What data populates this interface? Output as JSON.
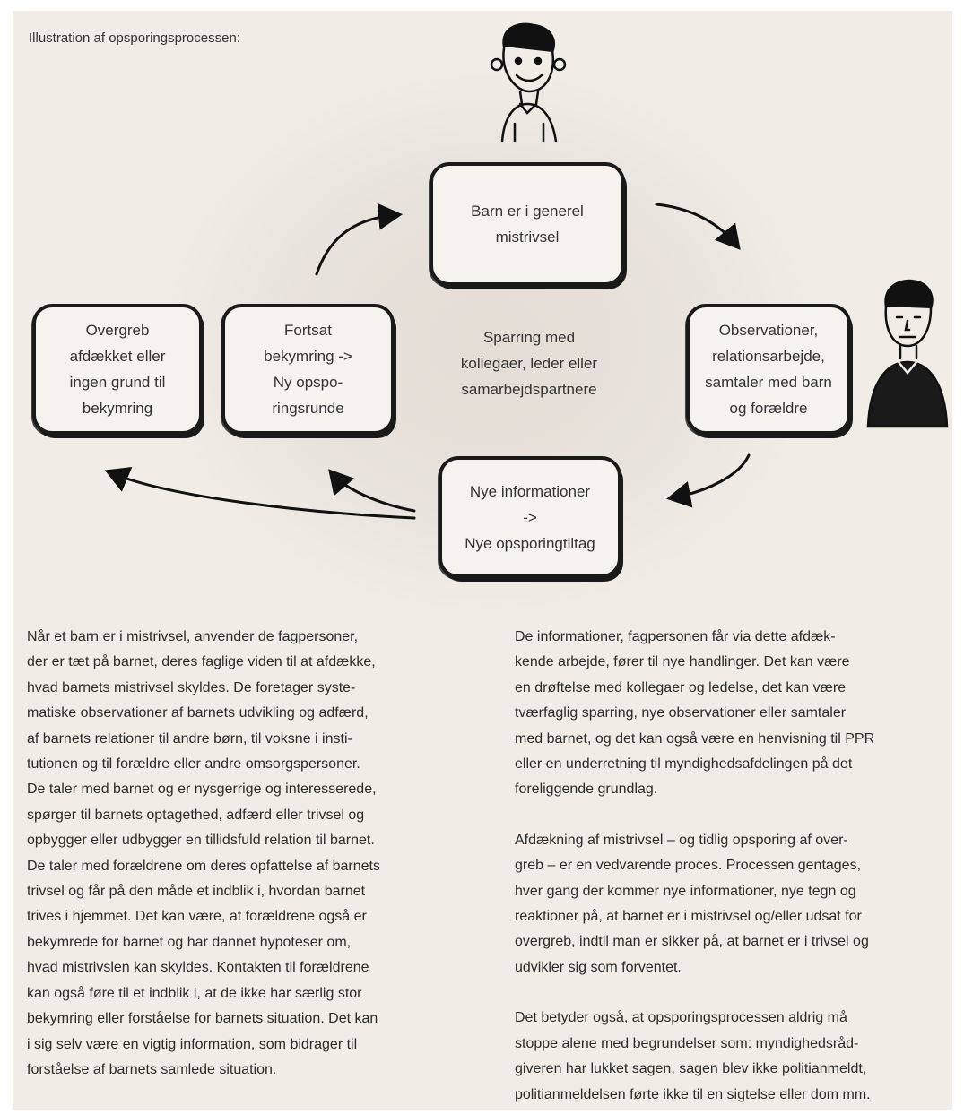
{
  "title": "Illustration af opsporingsprocessen:",
  "diagram": {
    "boxes": {
      "top": "Barn er i generel\nmistrivsel",
      "right": "Observationer,\nrelationsarbejde,\nsamtaler med barn\nog forældre",
      "bottom": "Nye informationer\n->\nNye opsporingtiltag",
      "middle_left": "Fortsat\nbekymring ->\nNy opspo-\nringsrunde",
      "left": "Overgreb\nafdækket eller\ningen grund til\nbekymring"
    },
    "center_label": "Sparring med\nkollegaer, leder eller\nsamarbejdspartnere"
  },
  "text": {
    "left_column": "Når et barn er i mistrivsel, anvender de fagpersoner,\nder er tæt på barnet, deres faglige viden til at afdække,\nhvad barnets mistrivsel skyldes. De foretager syste-\nmatiske observationer af barnets udvikling og adfærd,\naf barnets relationer til andre børn, til voksne i insti-\ntutionen og til forældre eller andre omsorgspersoner.\nDe taler med barnet og er nysgerrige og interesserede,\nspørger til barnets optagethed, adfærd eller trivsel og\nopbygger eller udbygger en tillidsfuld relation til barnet.\nDe taler med forældrene om deres opfattelse af barnets\ntrivsel og får på den måde et indblik i, hvordan barnet\ntrives i hjemmet. Det kan være, at forældrene også er\nbekymrede for barnet og har dannet hypoteser om,\nhvad mistrivslen kan skyldes. Kontakten til forældrene\nkan også føre til et indblik i, at de ikke har særlig stor\nbekymring eller forståelse for barnets situation. Det kan\ni sig selv være en vigtig information, som bidrager til\nforståelse af barnets samlede situation.",
    "right_column": [
      "De informationer, fagpersonen får via dette afdæk-\nkende arbejde, fører til nye handlinger. Det kan være\nen drøftelse med kollegaer og ledelse, det kan være\ntværfaglig sparring, nye observationer eller samtaler\nmed barnet, og det kan også være en henvisning til PPR\neller en underretning til myndighedsafdelingen på det\nforeliggende grundlag.",
      "Afdækning af mistrivsel – og tidlig opsporing af over-\ngreb – er en vedvarende proces. Processen gentages,\nhver gang der kommer nye informationer, nye tegn og\nreaktioner på, at barnet er i mistrivsel og/eller udsat for\novergreb, indtil man er sikker på, at barnet er i trivsel og\nudvikler sig som forventet.",
      "Det betyder også, at opsporingsprocessen aldrig må\nstoppe alene med begrundelser som: myndighedsråd-\ngiveren har lukket sagen, sagen blev ikke politianmeldt,\npolitianmeldelsen førte ikke til en sigtelse eller dom mm."
    ]
  }
}
